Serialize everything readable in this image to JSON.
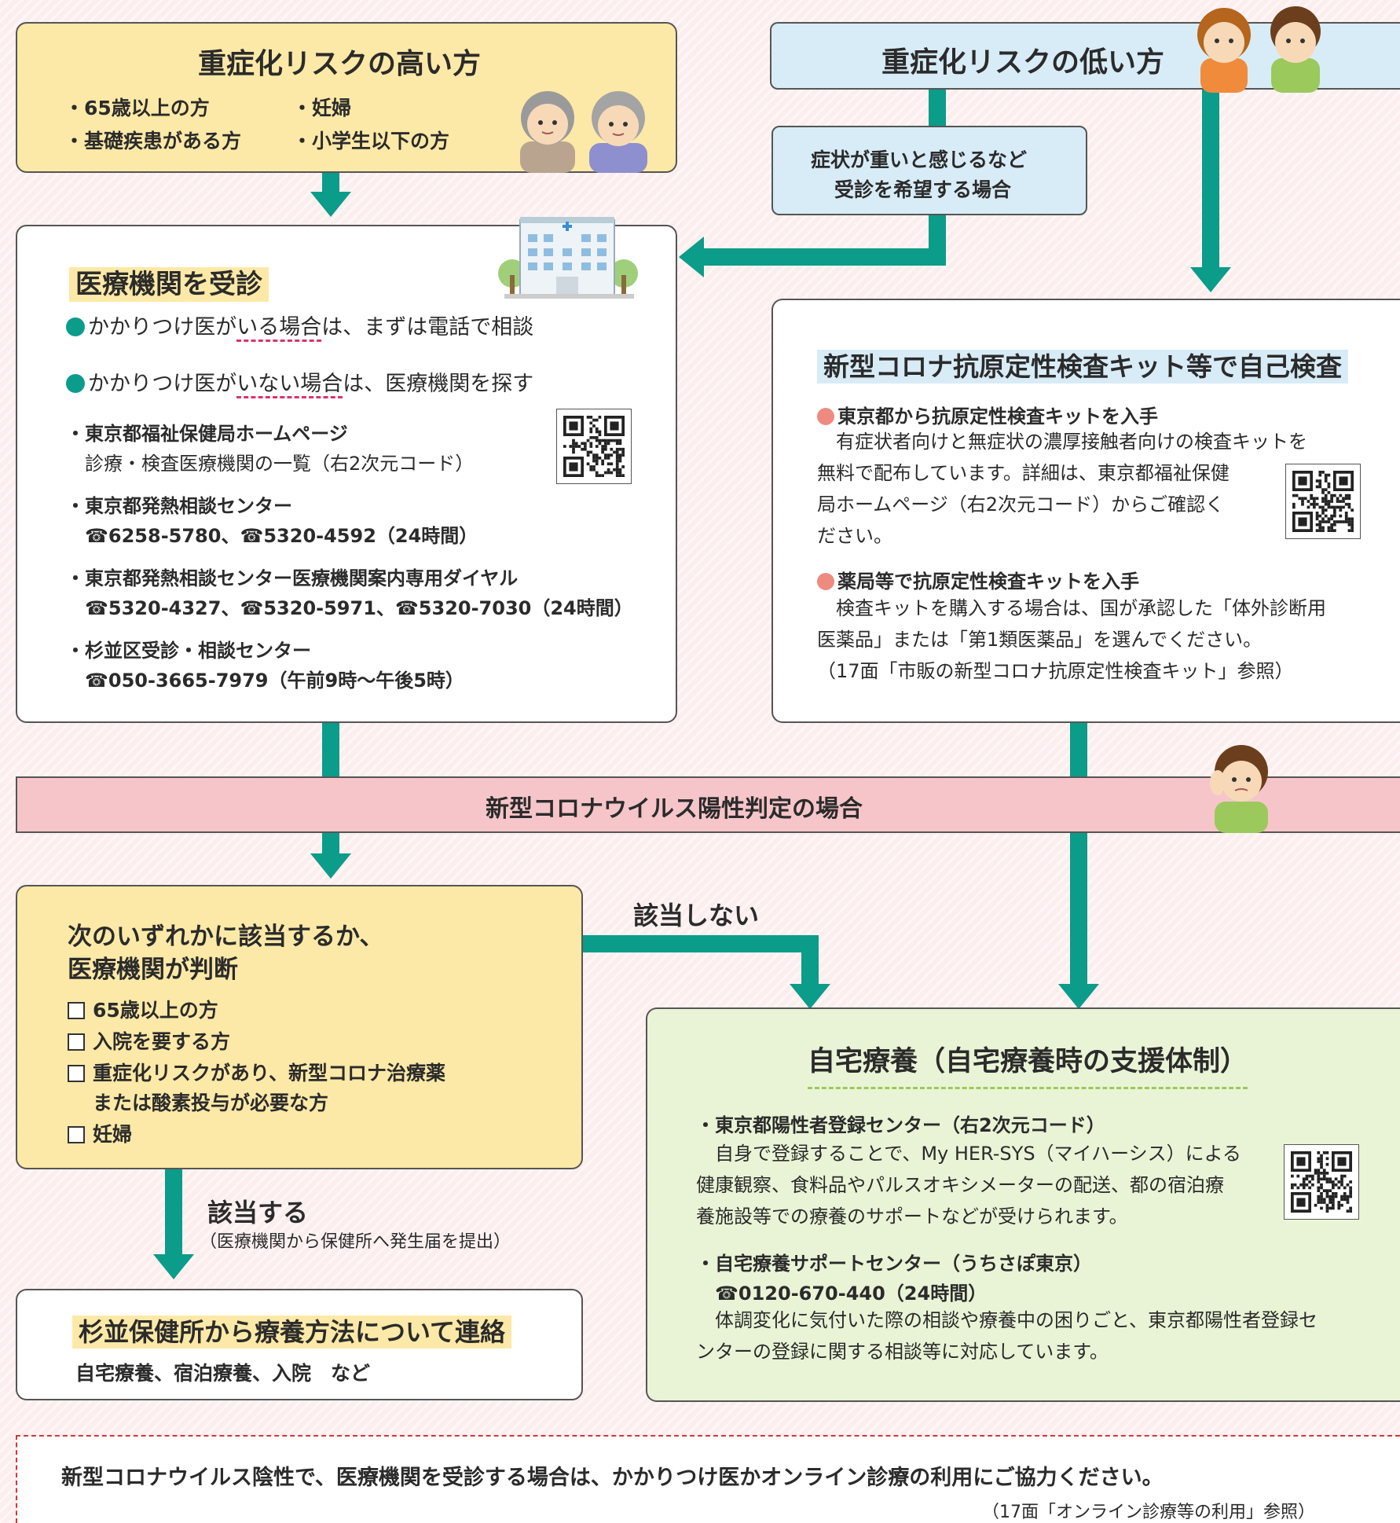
{
  "high_risk": {
    "title": "重症化リスクの高い方",
    "items": [
      "・65歳以上の方",
      "・妊婦",
      "・基礎疾患がある方",
      "・小学生以下の方"
    ]
  },
  "low_risk": {
    "title": "重症化リスクの低い方"
  },
  "symptom_box": {
    "line1": "症状が重いと感じるなど",
    "line2": "受診を希望する場合"
  },
  "medical": {
    "title": "医療機関を受診",
    "item1_pre": "かかりつけ医が",
    "item1_u": "いる場合",
    "item1_post": "は、まずは電話で相談",
    "item2_pre": "かかりつけ医が",
    "item2_u": "いない場合",
    "item2_post": "は、医療機関を探す",
    "c1_title": "・東京都福祉保健局ホームページ",
    "c1_sub": "診療・検査医療機関の一覧（右2次元コード）",
    "c2_title": "・東京都発熱相談センター",
    "c2_sub": "☎6258-5780、☎5320-4592（24時間）",
    "c3_title": "・東京都発熱相談センター医療機関案内専用ダイヤル",
    "c3_sub": "☎5320-4327、☎5320-5971、☎5320-7030（24時間）",
    "c4_title": "・杉並区受診・相談センター",
    "c4_sub": "☎050-3665-7979（午前9時～午後5時）"
  },
  "selftest": {
    "title": "新型コロナ抗原定性検査キット等で自己検査",
    "s1_title": "東京都から抗原定性検査キットを入手",
    "s1_l1": "　有症状者向けと無症状の濃厚接触者向けの検査キットを",
    "s1_l2": "無料で配布しています。詳細は、東京都福祉保健",
    "s1_l3": "局ホームページ（右2次元コード）からご確認く",
    "s1_l4": "ださい。",
    "s2_title": "薬局等で抗原定性検査キットを入手",
    "s2_l1": "　検査キットを購入する場合は、国が承認した「体外診断用",
    "s2_l2": "医薬品」または「第1類医薬品」を選んでください。",
    "s2_l3": "（17面「市販の新型コロナ抗原定性検査キット」参照）"
  },
  "positive_bar": "新型コロナウイルス陽性判定の場合",
  "judge": {
    "title1": "次のいずれかに該当するか、",
    "title2": "医療機関が判断",
    "items": [
      "65歳以上の方",
      "入院を要する方",
      "重症化リスクがあり、新型コロナ治療薬",
      "または酸素投与が必要な方",
      "妊婦"
    ]
  },
  "not_applicable": "該当しない",
  "applicable": "該当する",
  "applicable_note": "（医療機関から保健所へ発生届を提出）",
  "suginami": {
    "title": "杉並保健所から療養方法について連絡",
    "sub": "自宅療養、宿泊療養、入院　など"
  },
  "home": {
    "title": "自宅療養（自宅療養時の支援体制）",
    "h1_title": "・東京都陽性者登録センター（右2次元コード）",
    "h1_l1": "　自身で登録することで、My HER-SYS（マイハーシス）による",
    "h1_l2": "健康観察、食料品やパルスオキシメーターの配送、都の宿泊療",
    "h1_l3": "養施設等での療養のサポートなどが受けられます。",
    "h2_title": "・自宅療養サポートセンター（うちさぽ東京）",
    "h2_tel": "☎0120-670-440（24時間）",
    "h2_l1": "　体調変化に気付いた際の相談や療養中の困りごと、東京都陽性者登録セ",
    "h2_l2": "ンターの登録に関する相談等に対応しています。"
  },
  "footer": {
    "main": "新型コロナウイルス陰性で、医療機関を受診する場合は、かかりつけ医かオンライン診療の利用にご協力ください。",
    "note": "（17面「オンライン診療等の利用」参照）"
  },
  "colors": {
    "teal": "#0b9c8a",
    "yellow": "#fde9a7",
    "blue": "#d8ecf7",
    "green": "#e9f4d6",
    "pink": "#f6c5c9"
  },
  "icons": [
    "elderly-couple-icon",
    "young-couple-icon",
    "hospital-icon",
    "worried-person-icon",
    "qr-code-icon"
  ]
}
